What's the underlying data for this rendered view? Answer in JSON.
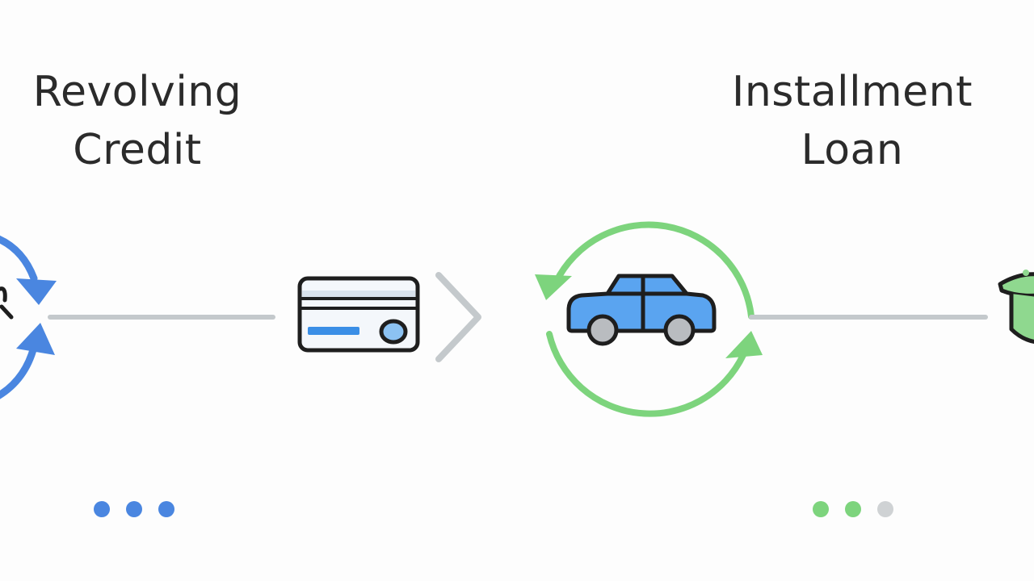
{
  "left_title": {
    "line1": "Revolving",
    "line2": "Credit"
  },
  "right_title": {
    "line1": "Installment",
    "line2": "Loan"
  },
  "colors": {
    "revolving_blue": "#4a86e0",
    "installment_green": "#7dd47d",
    "connector_gray": "#c4c9cc",
    "outline": "#1e1e1e",
    "car_body": "#5aa4f0",
    "wheel": "#b9bcc0",
    "inactive_dot": "#cfd2d4"
  },
  "icons": {
    "left_cycle": "cycle-arrows-icon",
    "card": "credit-card-icon",
    "chevron": "chevron-right-icon",
    "car_cycle": "car-cycle-icon",
    "right_partial": "graduation-cap-icon"
  },
  "pagination": {
    "left_dots": [
      true,
      true,
      true
    ],
    "right_dots": [
      true,
      true,
      false
    ]
  }
}
